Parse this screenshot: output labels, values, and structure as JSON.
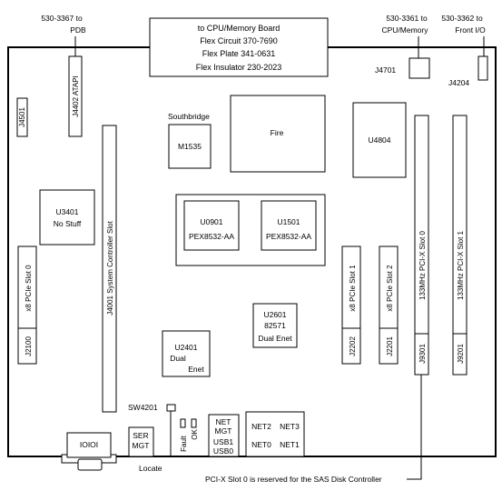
{
  "top_callouts": {
    "pdb": [
      "530-3367 to",
      "PDB"
    ],
    "cpu_memory": [
      "530-3361 to",
      "CPU/Memory"
    ],
    "front_io": [
      "530-3362 to",
      "Front I/O"
    ]
  },
  "flex_box": [
    "to CPU/Memory Board",
    "Flex Circuit 370-7690",
    "Flex Plate 341-0631",
    "Flex Insulator 230-2023"
  ],
  "components": {
    "j4701": "J4701",
    "j4204": "J4204",
    "j4501": "J4501",
    "j4402": "J4402 ATAPI",
    "southbridge": "Southbridge",
    "m1535": "M1535",
    "fire": "Fire",
    "u4804": "U4804",
    "u3401": [
      "U3401",
      "No Stuff"
    ],
    "j4001": "J4001 System Controller Slot",
    "u0901": [
      "U0901",
      "PEX8532-AA"
    ],
    "u1501": [
      "U1501",
      "PEX8532-AA"
    ],
    "u2601": [
      "U2601",
      "82571",
      "Dual Enet"
    ],
    "u2401": [
      "U2401",
      "Dual",
      "Enet"
    ],
    "pcie_slot0": "x8 PCIe Slot 0",
    "j2100": "J2100",
    "pcie_slot1": "x8 PCIe Slot 1",
    "j2202": "J2202",
    "pcie_slot2": "x8 PCIe Slot 2",
    "j2201": "J2201",
    "pcix_slot0": "133MHz PCI-X Slot 0",
    "j9301": "J9301",
    "pcix_slot1": "133MHz PCI-X Slot 1",
    "j9201": "J9201"
  },
  "bottom": {
    "sw4201": "SW4201",
    "serial_port": "IOIOI",
    "ser_mgt": [
      "SER",
      "MGT"
    ],
    "locate": "Locate",
    "fault": "Fault",
    "ok": "OK",
    "net_mgt": [
      "NET",
      "MGT"
    ],
    "usb": [
      "USB1",
      "USB0"
    ],
    "net2": "NET2",
    "net3": "NET3",
    "net0": "NET0",
    "net1": "NET1"
  },
  "footnote": "PCI-X Slot 0 is reserved for the SAS Disk Controller"
}
